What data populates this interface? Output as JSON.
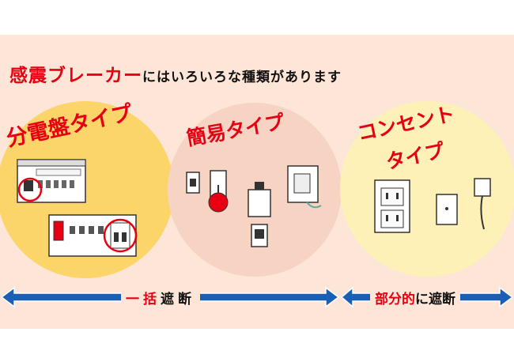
{
  "headline": {
    "red_part": "感震ブレーカー",
    "black_part": "にはいろいろな種類があります"
  },
  "types": [
    {
      "title": "分電盤タイプ"
    },
    {
      "title": "簡易タイプ"
    },
    {
      "title_line1": "コンセント",
      "title_line2": "タイプ"
    }
  ],
  "arrow_labels": {
    "left": {
      "p1": "一",
      "p2": "括",
      "p3": "遮",
      "p4": "断"
    },
    "right": {
      "p1": "部分的",
      "p2": "に",
      "p3": "遮断"
    }
  },
  "colors": {
    "background": "#fde6d7",
    "circle_panel": "#fbd56a",
    "circle_simple": "#f6d3c3",
    "circle_outlet": "#fdf1b8",
    "accent_red": "#e60012",
    "arrow_blue": "#1a5fb4"
  }
}
